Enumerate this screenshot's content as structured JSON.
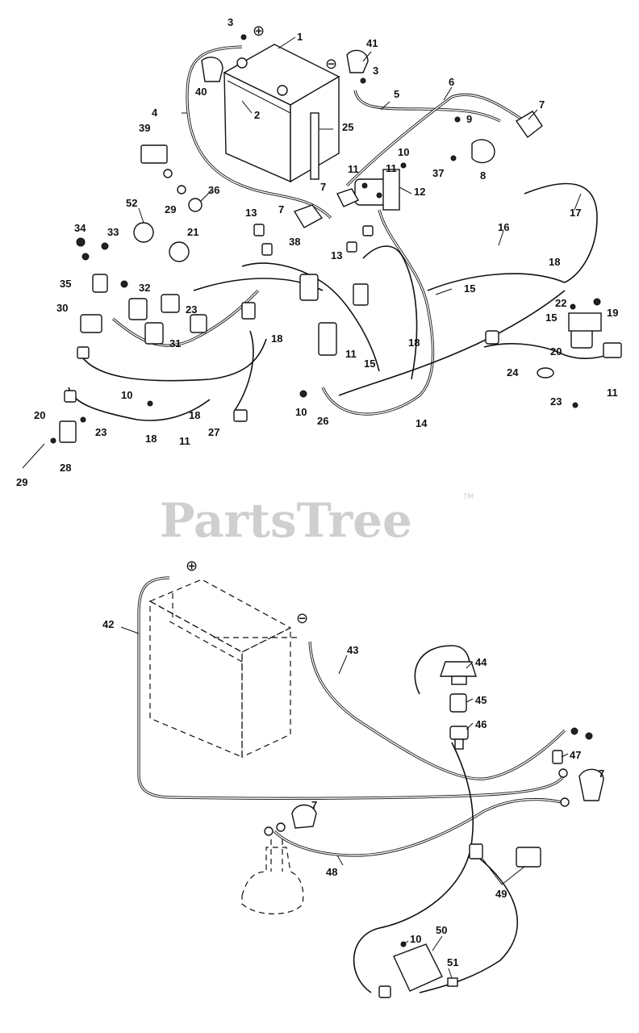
{
  "watermark": {
    "brand": "PartsTree",
    "trademark": "TM"
  },
  "symbols": {
    "positive": "⊕",
    "negative": "⊖"
  },
  "top_callouts": [
    "1",
    "2",
    "3",
    "3",
    "4",
    "5",
    "6",
    "7",
    "7",
    "7",
    "8",
    "9",
    "10",
    "10",
    "10",
    "11",
    "11",
    "11",
    "11",
    "11",
    "12",
    "13",
    "13",
    "14",
    "15",
    "15",
    "15",
    "16",
    "17",
    "18",
    "18",
    "18",
    "18",
    "18",
    "19",
    "20",
    "20",
    "21",
    "22",
    "23",
    "23",
    "23",
    "24",
    "25",
    "26",
    "27",
    "28",
    "29",
    "29",
    "30",
    "31",
    "32",
    "33",
    "34",
    "35",
    "36",
    "37",
    "38",
    "39",
    "40",
    "41",
    "52"
  ],
  "bottom_callouts": [
    "42",
    "43",
    "44",
    "45",
    "46",
    "47",
    "7",
    "7",
    "48",
    "49",
    "50",
    "10",
    "51"
  ]
}
